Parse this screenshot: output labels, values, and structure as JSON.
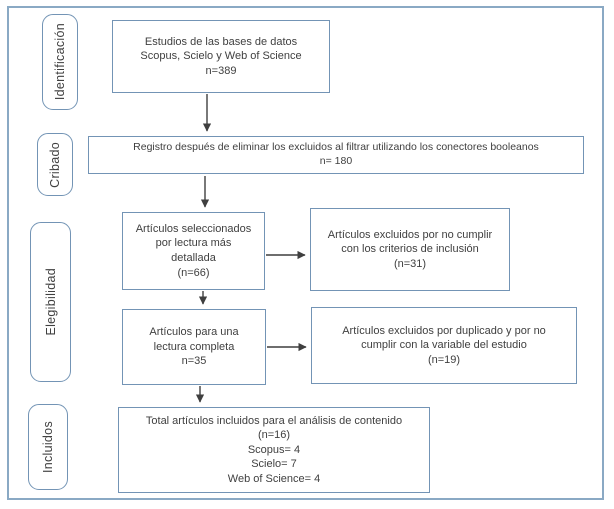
{
  "colors": {
    "box_border": "#7394b5",
    "frame_border": "#8aa9c4",
    "arrow": "#3f3f3f",
    "text": "#404040"
  },
  "stages": [
    {
      "label": "Identificación"
    },
    {
      "label": "Cribado"
    },
    {
      "label": "Elegibilidad"
    },
    {
      "label": "Incluidos"
    }
  ],
  "boxes": {
    "databases": {
      "text": "Estudios de las bases de datos\nScopus, Scielo y Web of Science\nn=389"
    },
    "filtered": {
      "text": "Registro después de eliminar los excluidos al filtrar utilizando los conectores booleanos\nn= 180"
    },
    "selected": {
      "text": "Artículos seleccionados\npor lectura más\ndetallada\n(n=66)"
    },
    "excluded_criteria": {
      "text": "Artículos excluidos por no cumplir\ncon los criterios de inclusión\n(n=31)"
    },
    "full_reading": {
      "text": "Artículos para una\nlectura completa\nn=35"
    },
    "excluded_duplicates": {
      "text": "Artículos excluidos por duplicado y por no\ncumplir con la variable del estudio\n(n=19)"
    },
    "total_included": {
      "text": "Total artículos incluidos para el análisis de contenido\n(n=16)\nScopus= 4\nScielo= 7\nWeb of Science= 4"
    }
  }
}
